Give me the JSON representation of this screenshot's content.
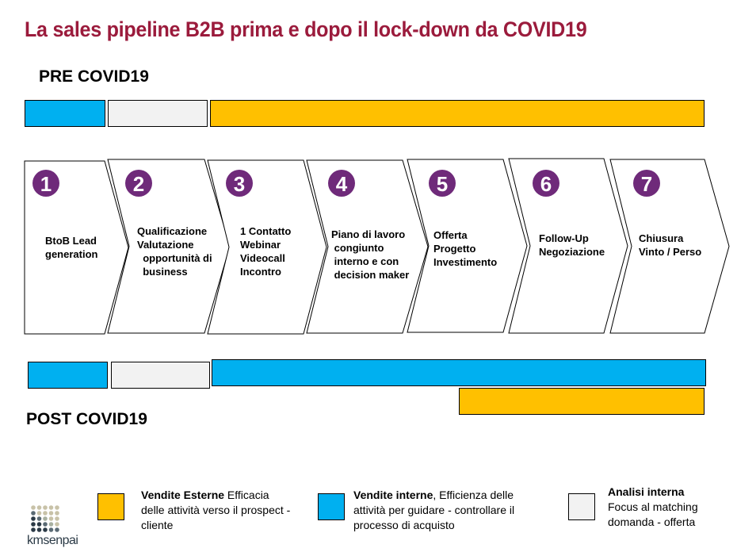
{
  "title": "La sales pipeline B2B prima e dopo il lock-down da COVID19",
  "pre_label": "PRE COVID19",
  "post_label": "POST COVID19",
  "colors": {
    "title": "#9b1b3c",
    "external": "#ffc000",
    "internal_sales": "#00b0f0",
    "analysis": "#f2f2f2",
    "badge": "#6f2a7a"
  },
  "steps": [
    {
      "number": "1",
      "lines": [
        "BtoB Lead",
        "generation"
      ]
    },
    {
      "number": "2",
      "lines": [
        "Qualificazione",
        "Valutazione",
        "  opportunità di",
        "  business"
      ]
    },
    {
      "number": "3",
      "lines": [
        "1 Contatto",
        "Webinar",
        "Videocall",
        "Incontro"
      ]
    },
    {
      "number": "4",
      "lines": [
        "Piano di lavoro",
        " congiunto",
        " interno e con",
        " decision maker"
      ]
    },
    {
      "number": "5",
      "lines": [
        "Offerta",
        "Progetto",
        "Investimento"
      ]
    },
    {
      "number": "6",
      "lines": [
        "Follow-Up",
        "Negoziazione"
      ]
    },
    {
      "number": "7",
      "lines": [
        "Chiusura",
        "Vinto / Perso"
      ]
    }
  ],
  "legend": {
    "external": {
      "bold": "Vendite Esterne",
      "text": " Efficacia delle attività verso il prospect - cliente"
    },
    "internal": {
      "bold": "Vendite interne",
      "text": ", Efficienza delle attività per guidare - controllare il processo di acquisto"
    },
    "analysis": {
      "bold": "Analisi interna",
      "text": "Focus al matching domanda - offerta"
    }
  },
  "logo": {
    "text": "kmsenpai"
  }
}
